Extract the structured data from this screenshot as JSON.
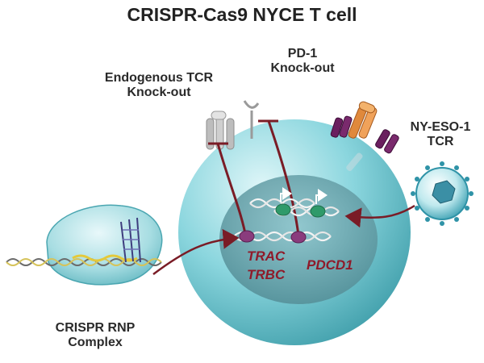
{
  "title": "CRISPR-Cas9 NYCE T cell",
  "labels": {
    "endogenous_tcr_line1": "Endogenous TCR",
    "endogenous_tcr_line2": "Knock-out",
    "pd1_line1": "PD-1",
    "pd1_line2": "Knock-out",
    "ny_eso_line1": "NY-ESO-1",
    "ny_eso_line2": "TCR",
    "rnp_line1": "CRISPR RNP",
    "rnp_line2": "Complex"
  },
  "genes": {
    "trac": "TRAC",
    "trbc": "TRBC",
    "pdcd1": "PDCD1"
  },
  "colors": {
    "cell_body": "#7fd3dc",
    "nucleus": "#6da4ad",
    "inhibition_line": "#7a1c26",
    "arrow": "#7a1c26",
    "receptor_purple": "#6a1f5f",
    "receptor_orange": "#e08a3c",
    "receptor_grey": "#b9b9b9",
    "dna_purple": "#8a3c7d",
    "dna_green": "#2f9a6a",
    "rnp_shell": "#9bd7dd",
    "virus_teal": "#2f93a7"
  }
}
